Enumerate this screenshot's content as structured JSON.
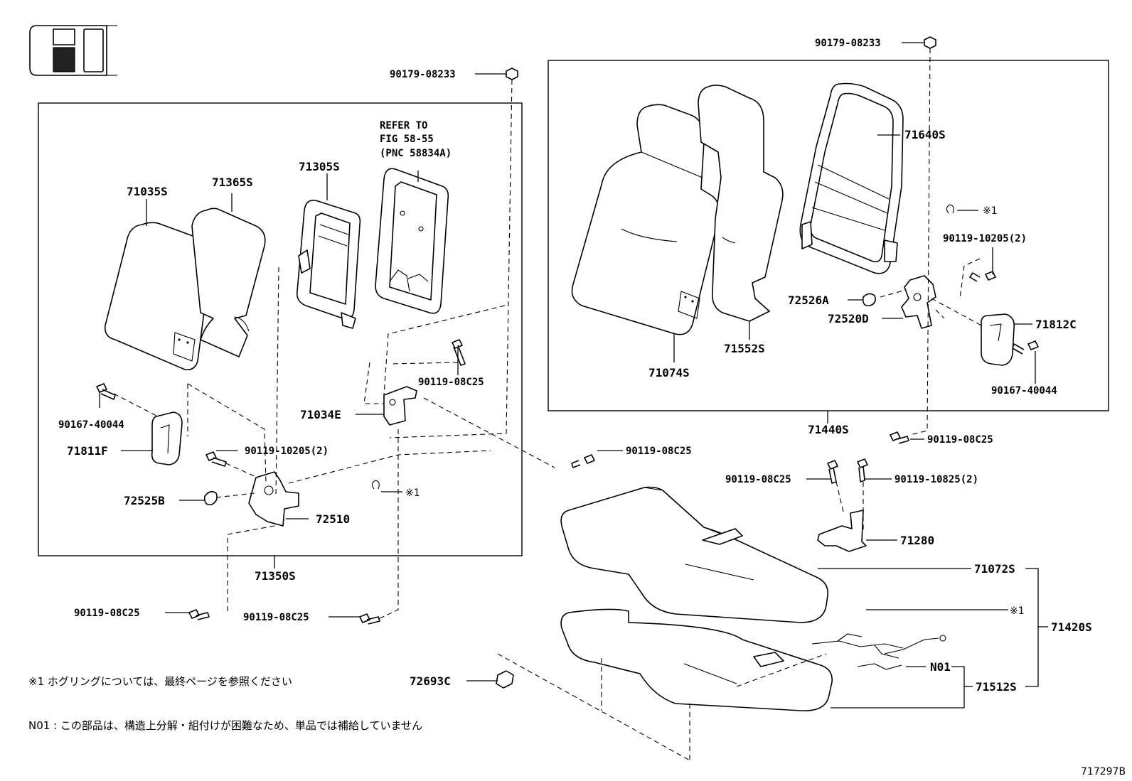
{
  "labels": {
    "p90179_08233_left": "90179-08233",
    "p90179_08233_right": "90179-08233",
    "refer_line1": "REFER TO",
    "refer_line2": "FIG 58-55",
    "refer_line3": "(PNC 58834A)",
    "p71035S": "71035S",
    "p71365S": "71365S",
    "p71305S": "71305S",
    "p90119_08C25_a": "90119-08C25",
    "p71034E": "71034E",
    "p90167_40044_left": "90167-40044",
    "p71811F": "71811F",
    "p90119_10205_left": "90119-10205(2)",
    "p90119_08C25_mid": "90119-08C25",
    "p72525B": "72525B",
    "p72510": "72510",
    "hog_ring_left": "※1",
    "p71350S": "71350S",
    "p90119_08C25_bl1": "90119-08C25",
    "p90119_08C25_bl2": "90119-08C25",
    "p71640S": "71640S",
    "hog_ring_right": "※1",
    "p90119_10205_right": "90119-10205(2)",
    "p72526A": "72526A",
    "p72520D": "72520D",
    "p71812C": "71812C",
    "p90167_40044_right": "90167-40044",
    "p71074S": "71074S",
    "p71552S": "71552S",
    "p71440S": "71440S",
    "p90119_08C25_r1": "90119-08C25",
    "p90119_08C25_r2": "90119-08C25",
    "p90119_10825": "90119-10825(2)",
    "p71280": "71280",
    "p71072S": "71072S",
    "hog_ring_cushion": "※1",
    "p71420S": "71420S",
    "pN01": "N01",
    "p71512S": "71512S",
    "p72693C": "72693C"
  },
  "notes": {
    "note1": "※1  ホグリングについては、最終ページを参照ください",
    "note2": "N01 : この部品は、構造上分解・組付けが困難なため、単品では補給していません"
  },
  "figure_id": "717297B"
}
